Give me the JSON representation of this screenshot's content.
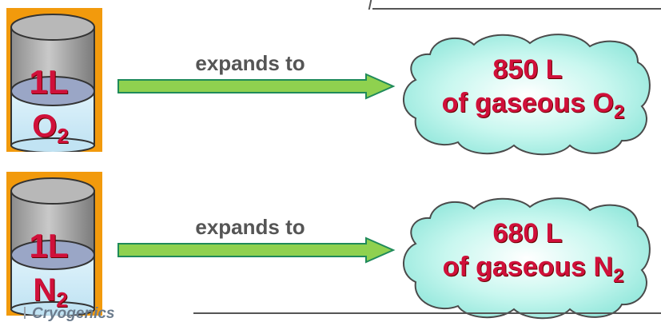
{
  "rows": [
    {
      "tank": {
        "volume": "1L",
        "element": "O",
        "subscript": "2"
      },
      "connector": "expands to",
      "result": {
        "amount": "850 L",
        "text": "of gaseous O",
        "subscript": "2"
      }
    },
    {
      "tank": {
        "volume": "1L",
        "element": "N",
        "subscript": "2"
      },
      "connector": "expands to",
      "result": {
        "amount": "680 L",
        "text": "of gaseous N",
        "subscript": "2"
      }
    }
  ],
  "footer": {
    "label": "Cryogenics"
  },
  "colors": {
    "tank_background": "#f29a0c",
    "liquid": "#cfe9f7",
    "liquid_surface": "#9aa6c6",
    "tank_shell": "#a9a9a9",
    "arrow_fill": "#8fd14f",
    "arrow_stroke": "#1f8a5a",
    "cloud_fill": "#a8f0e6",
    "label_red": "#d0103a",
    "connector_text": "#555555"
  },
  "icons": [
    "cylinder-tank-icon",
    "right-arrow-icon",
    "cloud-icon"
  ]
}
